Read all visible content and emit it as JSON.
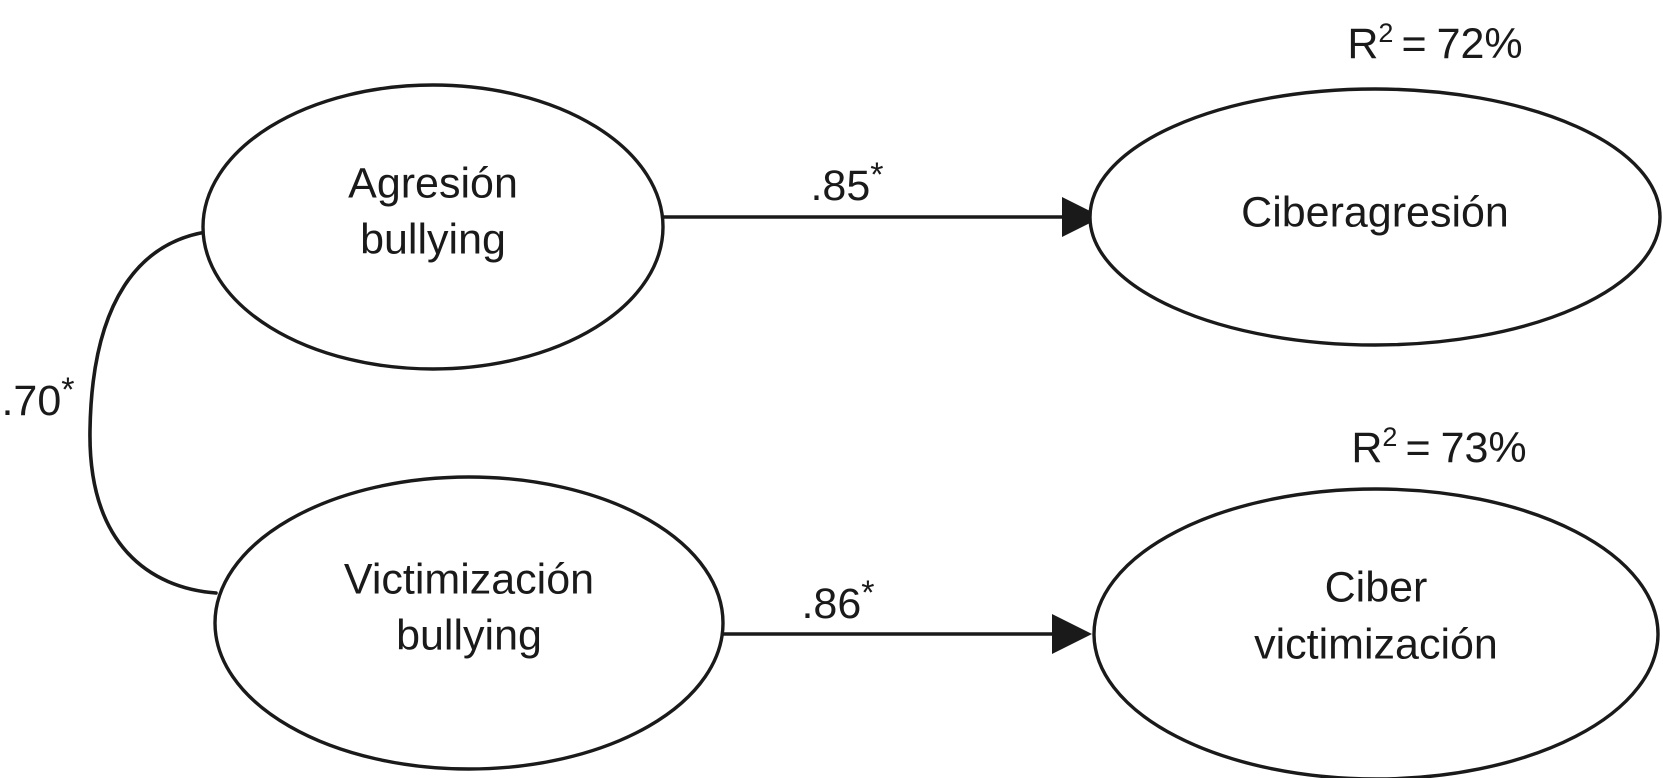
{
  "diagram": {
    "type": "structural-equation-model",
    "nodes": [
      {
        "id": "agresion-bullying",
        "lines": [
          "Agresión",
          "bullying"
        ],
        "role": "exogenous-latent",
        "position": "top-left"
      },
      {
        "id": "victimizacion-bullying",
        "lines": [
          "Victimización",
          "bullying"
        ],
        "role": "exogenous-latent",
        "position": "bottom-left"
      },
      {
        "id": "ciberagresion",
        "lines": [
          "Ciberagresión"
        ],
        "role": "endogenous-latent",
        "position": "top-right"
      },
      {
        "id": "cibervictimizacion",
        "lines": [
          "Ciber",
          "victimización"
        ],
        "role": "endogenous-latent",
        "position": "bottom-right"
      }
    ],
    "paths": [
      {
        "id": "path-agresion-to-ciberagresion",
        "from": "agresion-bullying",
        "to": "ciberagresion",
        "kind": "directed",
        "coefficient": ".85",
        "significance": "*"
      },
      {
        "id": "path-victimizacion-to-cibervictimizacion",
        "from": "victimizacion-bullying",
        "to": "cibervictimizacion",
        "kind": "directed",
        "coefficient": ".86",
        "significance": "*"
      },
      {
        "id": "correlation-agresion-victimizacion",
        "from": "agresion-bullying",
        "to": "victimizacion-bullying",
        "kind": "correlation",
        "coefficient": ".70",
        "significance": "*"
      }
    ],
    "variance_explained": [
      {
        "id": "r2-ciberagresion",
        "for": "ciberagresion",
        "symbol": "R",
        "exponent": "2",
        "equals": "=",
        "value": "72%",
        "full_text": "R2 = 72%"
      },
      {
        "id": "r2-cibervictimizacion",
        "for": "cibervictimizacion",
        "symbol": "R",
        "exponent": "2",
        "equals": "=",
        "value": "73%",
        "full_text": "R2 = 73%"
      }
    ],
    "colors": {
      "stroke": "#1a1a1a",
      "text": "#1a1a1a",
      "node_fill": "#ffffff",
      "background": "#ffffff"
    }
  }
}
